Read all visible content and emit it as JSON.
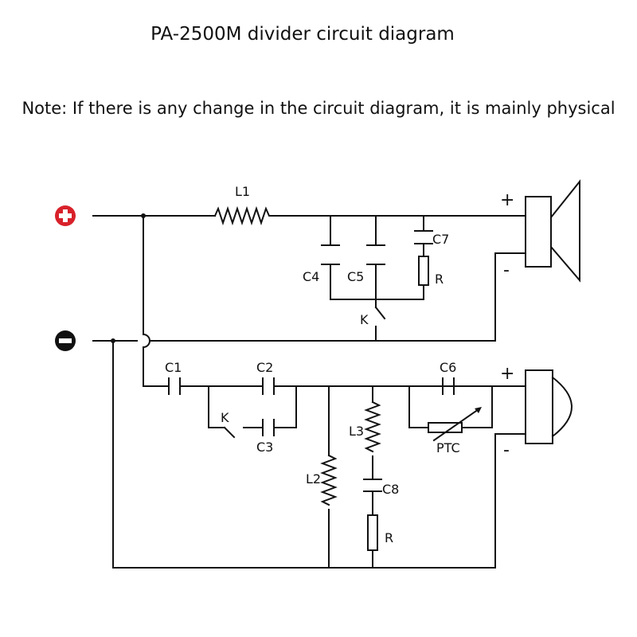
{
  "title": "PA-2500M divider circuit diagram",
  "note": "Note: If there is any change in the circuit diagram, it is mainly physical",
  "terminals": {
    "positive": "+",
    "negative": "-"
  },
  "components": {
    "l1": "L1",
    "c4": "C4",
    "c5": "C5",
    "c7": "C7",
    "r_top": "R",
    "k_top": "K",
    "c1": "C1",
    "c2": "C2",
    "c3": "C3",
    "k_bottom": "K",
    "l2": "L2",
    "l3": "L3",
    "c8": "C8",
    "r_bottom": "R",
    "c6": "C6",
    "ptc": "PTC"
  },
  "speakers": {
    "woofer": {
      "plus": "+",
      "minus": "-"
    },
    "tweeter": {
      "plus": "+",
      "minus": "-"
    }
  }
}
